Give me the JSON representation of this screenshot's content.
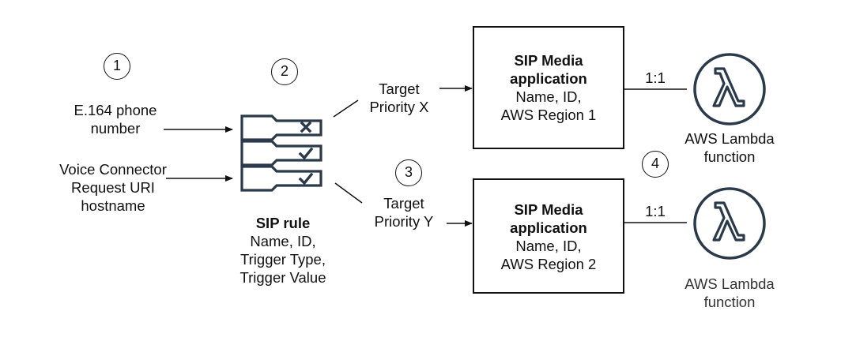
{
  "steps": [
    "1",
    "2",
    "3",
    "4"
  ],
  "source": {
    "phone": [
      "E.164 phone",
      "number"
    ],
    "voice_connector": [
      "Voice Connector",
      "Request URI",
      "hostname"
    ]
  },
  "sip_rule": {
    "title": "SIP rule",
    "lines": [
      "Name, ID,",
      "Trigger Type,",
      "Trigger Value"
    ],
    "rows": [
      {
        "mark": "cross-icon"
      },
      {
        "mark": "check-icon"
      },
      {
        "mark": "check-icon"
      }
    ]
  },
  "targets": [
    {
      "lines": [
        "Target",
        "Priority X"
      ]
    },
    {
      "lines": [
        "Target",
        "Priority Y"
      ]
    }
  ],
  "apps": [
    {
      "title_lines": [
        "SIP Media",
        "application"
      ],
      "lines": [
        "Name, ID,",
        "AWS Region 1"
      ],
      "ratio": "1:1"
    },
    {
      "title_lines": [
        "SIP Media",
        "application"
      ],
      "lines": [
        "Name, ID,",
        "AWS Region 2"
      ],
      "ratio": "1:1"
    }
  ],
  "lambdas": [
    {
      "lines": [
        "AWS Lambda",
        "function"
      ],
      "label_color": "#111111"
    },
    {
      "lines": [
        "AWS Lambda",
        "function"
      ],
      "label_color": "#333333"
    }
  ],
  "colors": {
    "stroke": "#111111",
    "text": "#111111"
  }
}
